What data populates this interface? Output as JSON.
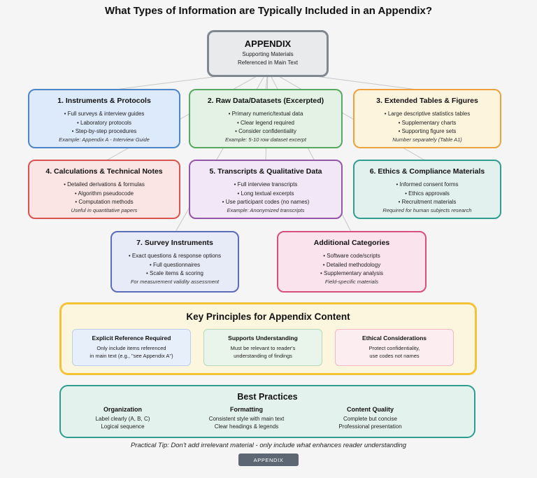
{
  "page": {
    "title": "What Types of Information are Typically Included in an Appendix?",
    "background_color": "#f5f5f6",
    "connector_color": "#c6c6c6"
  },
  "root_node": {
    "title": "APPENDIX",
    "subtitle_line1": "Supporting Materials",
    "subtitle_line2": "Referenced in Main Text",
    "border_color": "#80878d",
    "fill_color": "#e9eaec"
  },
  "categories": [
    {
      "title": "1. Instruments & Protocols",
      "items": [
        "Full surveys & interview guides",
        "Laboratory protocols",
        "Step-by-step procedures"
      ],
      "note": "Example: Appendix A - Interview Guide",
      "border_color": "#4a86c8",
      "fill_color": "#ddeafb"
    },
    {
      "title": "2. Raw Data/Datasets (Excerpted)",
      "items": [
        "Primary numeric/textual data",
        "Clear legend required",
        "Consider confidentiality"
      ],
      "note": "Example: 5-10 row dataset excerpt",
      "border_color": "#57a860",
      "fill_color": "#e3f2e4"
    },
    {
      "title": "3. Extended Tables & Figures",
      "items": [
        "Large descriptive statistics tables",
        "Supplementary charts",
        "Supporting figure sets"
      ],
      "note": "Number separately (Table A1)",
      "border_color": "#eda23b",
      "fill_color": "#fdf4de"
    },
    {
      "title": "4. Calculations & Technical Notes",
      "items": [
        "Detailed derivations & formulas",
        "Algorithm pseudocode",
        "Computation methods"
      ],
      "note": "Useful in quantitative papers",
      "border_color": "#d9534f",
      "fill_color": "#fbe5e4"
    },
    {
      "title": "5. Transcripts & Qualitative Data",
      "items": [
        "Full interview transcripts",
        "Long textual excerpts",
        "Use participant codes (no names)"
      ],
      "note": "Example: Anonymized transcripts",
      "border_color": "#9356a8",
      "fill_color": "#f1e7f6"
    },
    {
      "title": "6. Ethics & Compliance Materials",
      "items": [
        "Informed consent forms",
        "Ethics approvals",
        "Recruitment materials"
      ],
      "note": "Required for human subjects research",
      "border_color": "#2f9e8f",
      "fill_color": "#e2f1ee"
    },
    {
      "title": "7. Survey Instruments",
      "items": [
        "Exact questions & response options",
        "Full questionnaires",
        "Scale items & scoring"
      ],
      "note": "For measurement validity assessment",
      "border_color": "#5b6cb8",
      "fill_color": "#e7eaf7"
    },
    {
      "title": "Additional Categories",
      "items": [
        "Software code/scripts",
        "Detailed methodology",
        "Supplementary analysis"
      ],
      "note": "Field-specific materials",
      "border_color": "#d64f7f",
      "fill_color": "#fbe3ed"
    }
  ],
  "key_principles": {
    "title": "Key Principles for Appendix Content",
    "border_color": "#f2c335",
    "fill_color": "#fdf6df",
    "principles": [
      {
        "title": "Explicit Reference Required",
        "line1": "Only include items referenced",
        "line2": "in main text (e.g., \"see Appendix A\")"
      },
      {
        "title": "Supports Understanding",
        "line1": "Must be relevant to reader's",
        "line2": "understanding of findings"
      },
      {
        "title": "Ethical Considerations",
        "line1": "Protect confidentiality,",
        "line2": "use codes not names"
      }
    ]
  },
  "best_practices": {
    "title": "Best Practices",
    "border_color": "#2e9d8f",
    "fill_color": "#e4f2ee",
    "columns": [
      {
        "title": "Organization",
        "line1": "Label clearly (A, B, C)",
        "line2": "Logical sequence"
      },
      {
        "title": "Formatting",
        "line1": "Consistent style with main text",
        "line2": "Clear headings & legends"
      },
      {
        "title": "Content Quality",
        "line1": "Complete but concise",
        "line2": "Professional presentation"
      }
    ]
  },
  "footer": {
    "tip": "Practical Tip: Don't add irrelevant material - only include what enhances reader understanding",
    "button_label": "APPENDIX",
    "button_color": "#5d6773"
  }
}
